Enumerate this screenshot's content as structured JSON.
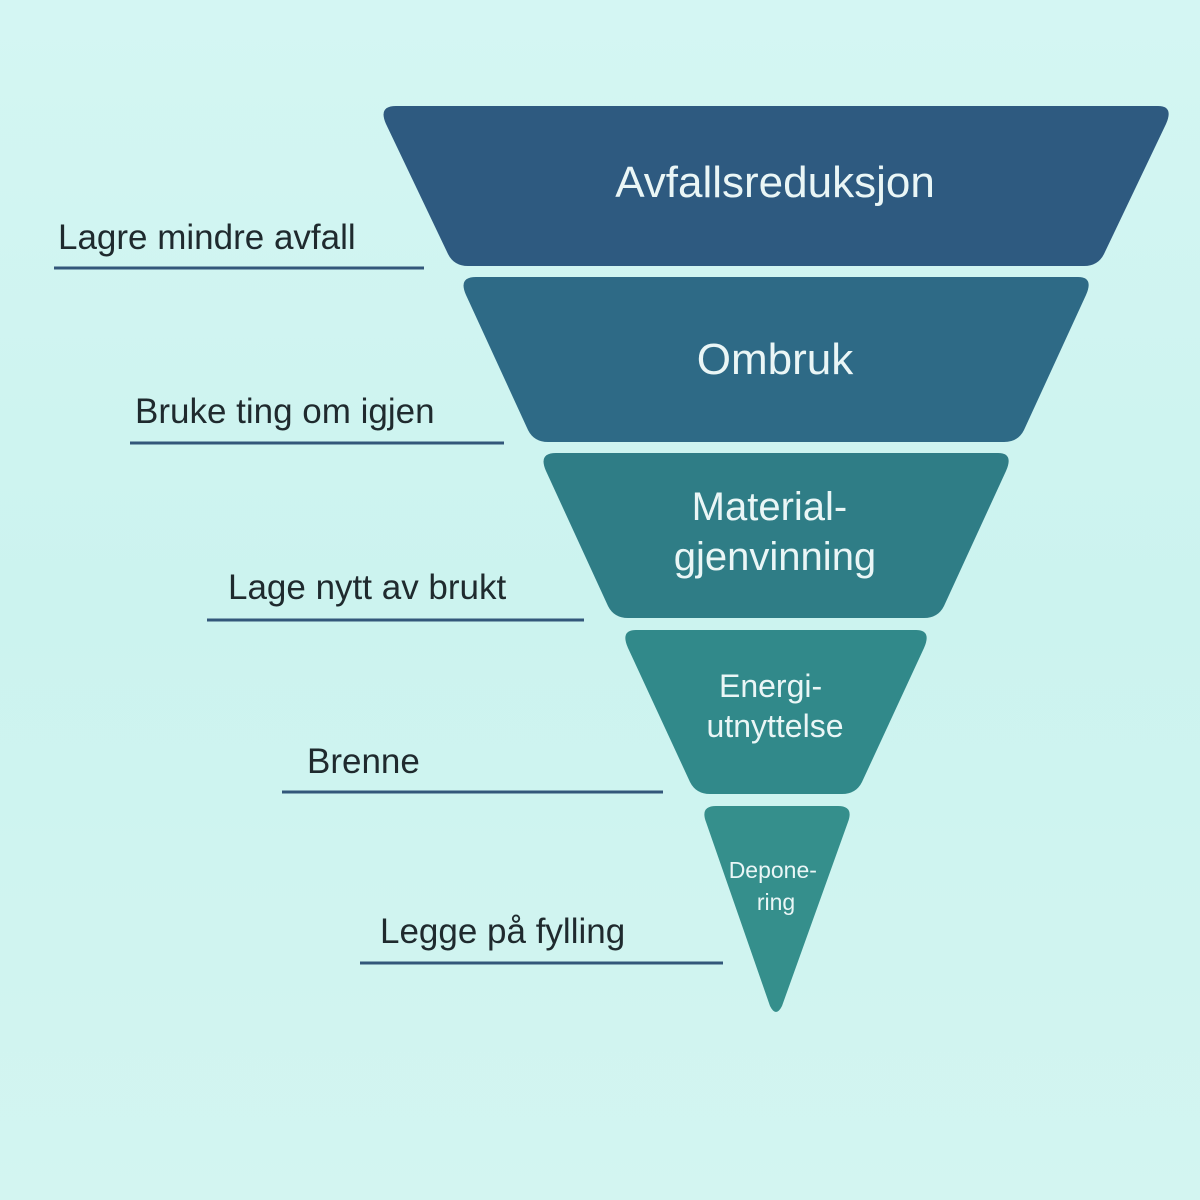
{
  "diagram": {
    "tiers": [
      {
        "lines": [
          "Avfallsreduksjon"
        ],
        "description": "Lagre mindre avfall",
        "color": "#2e5a80"
      },
      {
        "lines": [
          "Ombruk"
        ],
        "description": "Bruke ting om igjen",
        "color": "#2e6a86"
      },
      {
        "lines": [
          "Material-",
          "gjenvinning"
        ],
        "description": "Lage nytt av brukt",
        "color": "#2f7d86"
      },
      {
        "lines": [
          "Energi-",
          "utnyttelse"
        ],
        "description": "Brenne",
        "color": "#31898a"
      },
      {
        "lines": [
          "Depone-",
          "ring"
        ],
        "description": "Legge på fylling",
        "color": "#358f8c"
      }
    ],
    "underline_color": "#33577a"
  }
}
